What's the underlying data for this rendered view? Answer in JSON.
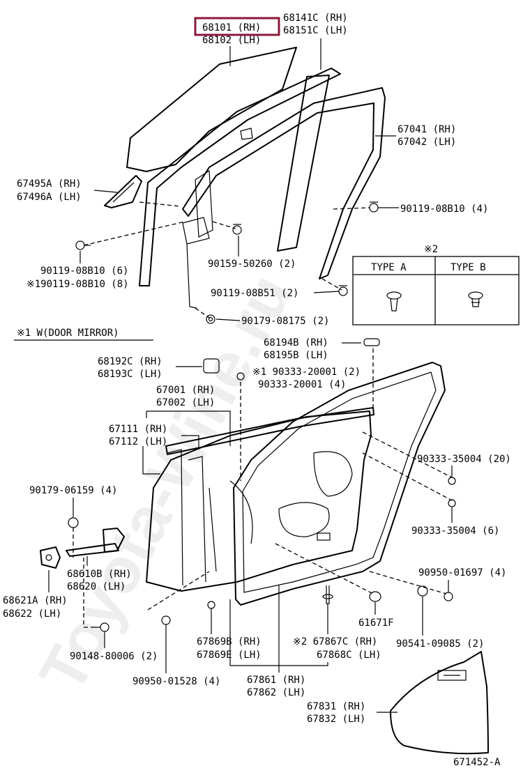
{
  "watermark": "Toyota-Wine.ru",
  "highlight": {
    "color": "#8b1a3a"
  },
  "labels": {
    "p68101": "68101 (RH)",
    "p68102": "68102 (LH)",
    "p68141c": "68141C (RH)",
    "p68151c": "68151C (LH)",
    "p67041": "67041 (RH)",
    "p67042": "67042 (LH)",
    "p67495a": "67495A (RH)",
    "p67496a": "67496A (LH)",
    "p90119_08b10_4": "90119-08B10 (4)",
    "p90159_50260": "90159-50260 (2)",
    "p90119_08b10_6": "90119-08B10 (6)",
    "p90119_08b10_8": "※190119-08B10 (8)",
    "p90119_08b51": "90119-08B51 (2)",
    "p90179_08175": "90179-08175 (2)",
    "note1": "※1 W(DOOR MIRROR)",
    "note2": "※2",
    "typeA": "TYPE  A",
    "typeB": "TYPE  B",
    "p68194b": "68194B (RH)",
    "p68195b": "68195B (LH)",
    "p68192c": "68192C (RH)",
    "p68193c": "68193C (LH)",
    "p90333_20001_2": "※1 90333-20001 (2)",
    "p90333_20001_4": "90333-20001 (4)",
    "p67001": "67001 (RH)",
    "p67002": "67002 (LH)",
    "p67111": "67111 (RH)",
    "p67112": "67112 (LH)",
    "p90179_06159": "90179-06159 (4)",
    "p68610b": "68610B (RH)",
    "p68620": "68620    (LH)",
    "p68621a": "68621A (RH)",
    "p68622": "68622 (LH)",
    "p90148_80006": "90148-80006 (2)",
    "p90950_01528": "90950-01528 (4)",
    "p67869b": "67869B (RH)",
    "p67869e": "67869E (LH)",
    "p67867c": "※2 67867C (RH)",
    "p67868c": "67868C (LH)",
    "p67861": "67861 (RH)",
    "p67862": "67862 (LH)",
    "p90333_35004_20": "90333-35004 (20)",
    "p90333_35004_6": "90333-35004 (6)",
    "p90950_01697": "90950-01697 (4)",
    "p61671f": "61671F",
    "p90541_09085": "90541-09085 (2)",
    "p67831": "67831 (RH)",
    "p67832": "67832 (LH)",
    "ref": "671452-A"
  }
}
